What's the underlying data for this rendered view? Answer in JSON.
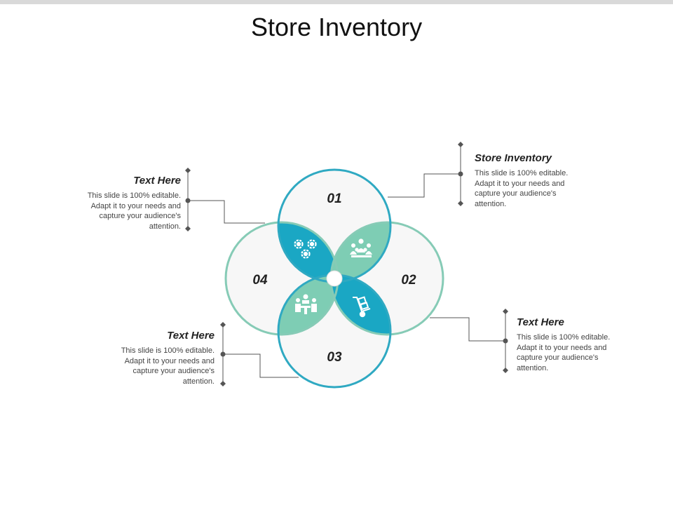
{
  "title": "Store Inventory",
  "colors": {
    "blue": "#1aa7c4",
    "green": "#7ecdb4",
    "ring_blue": "#2fa9c2",
    "ring_green": "#86cbb6",
    "circle_fill": "#f7f7f7",
    "line": "#555555"
  },
  "petals": [
    {
      "number": "01",
      "icon": "gears-icon"
    },
    {
      "number": "02",
      "icon": "team-icon"
    },
    {
      "number": "03",
      "icon": "hand-truck-icon"
    },
    {
      "number": "04",
      "icon": "meeting-icon"
    }
  ],
  "callouts": {
    "top_right": {
      "heading": "Store Inventory",
      "body": "This slide is 100% editable. Adapt it to your needs and capture your audience's attention."
    },
    "top_left": {
      "heading": "Text Here",
      "body": "This slide is 100% editable. Adapt it to your needs and capture your audience's attention."
    },
    "bottom_right": {
      "heading": "Text Here",
      "body": "This slide is 100% editable. Adapt it to your needs and capture your audience's attention."
    },
    "bottom_left": {
      "heading": "Text Here",
      "body": "This slide is 100% editable. Adapt it to your needs and capture your audience's attention."
    }
  }
}
